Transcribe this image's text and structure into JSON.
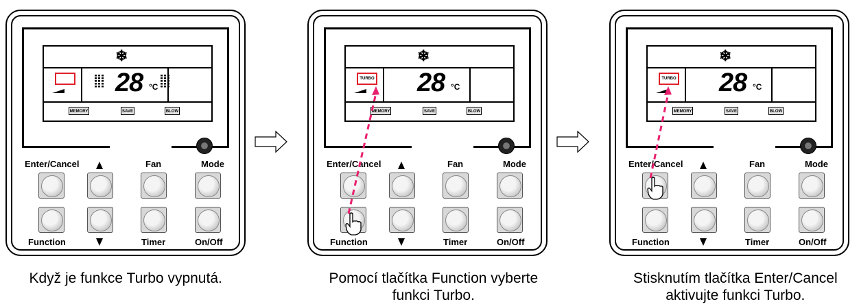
{
  "panels": [
    {
      "lcd": {
        "temperature": "28",
        "unit": "°C",
        "turbo_label": "",
        "badges": [
          "MEMORY",
          "SAVE",
          "BLOW"
        ]
      },
      "buttons": {
        "enter_cancel": "Enter/Cancel",
        "fan": "Fan",
        "mode": "Mode",
        "function": "Function",
        "timer": "Timer",
        "on_off": "On/Off"
      },
      "caption": "Když je funkce Turbo vypnutá."
    },
    {
      "lcd": {
        "temperature": "28",
        "unit": "°C",
        "turbo_label": "TURBO",
        "badges": [
          "MEMORY",
          "SAVE",
          "BLOW"
        ]
      },
      "buttons": {
        "enter_cancel": "Enter/Cancel",
        "fan": "Fan",
        "mode": "Mode",
        "function": "Function",
        "timer": "Timer",
        "on_off": "On/Off"
      },
      "caption": "Pomocí tlačítka Function vyberte\nfunkci Turbo."
    },
    {
      "lcd": {
        "temperature": "28",
        "unit": "°C",
        "turbo_label": "TURBO",
        "badges": [
          "MEMORY",
          "SAVE",
          "BLOW"
        ]
      },
      "buttons": {
        "enter_cancel": "Enter/Cancel",
        "fan": "Fan",
        "mode": "Mode",
        "function": "Function",
        "timer": "Timer",
        "on_off": "On/Off"
      },
      "caption": "Stisknutím tlačítka Enter/Cancel\naktivujte funkci Turbo."
    }
  ],
  "colors": {
    "highlight": "#e0202a",
    "pointer": "#e8206e"
  },
  "icons": {
    "mode": "snowflake-icon",
    "flow": "hollow-right-arrow-icon",
    "hand": "pointing-hand-icon"
  }
}
